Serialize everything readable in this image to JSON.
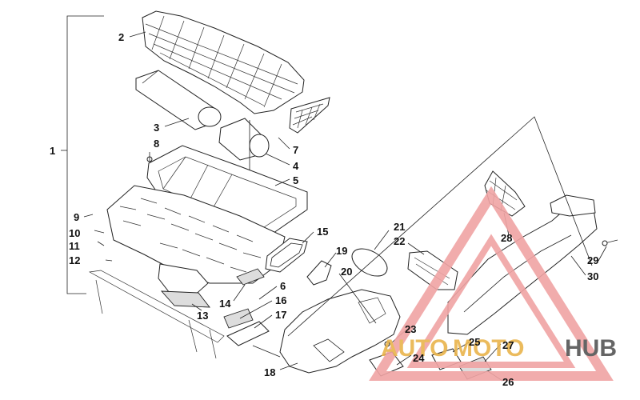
{
  "diagram": {
    "callouts": [
      {
        "id": "c1",
        "text": "1"
      },
      {
        "id": "c2",
        "text": "2"
      },
      {
        "id": "c3",
        "text": "3"
      },
      {
        "id": "c4",
        "text": "4"
      },
      {
        "id": "c5",
        "text": "5"
      },
      {
        "id": "c6",
        "text": "6"
      },
      {
        "id": "c7",
        "text": "7"
      },
      {
        "id": "c8",
        "text": "8"
      },
      {
        "id": "c9",
        "text": "9"
      },
      {
        "id": "c10",
        "text": "10"
      },
      {
        "id": "c11",
        "text": "11"
      },
      {
        "id": "c12",
        "text": "12"
      },
      {
        "id": "c13",
        "text": "13"
      },
      {
        "id": "c14",
        "text": "14"
      },
      {
        "id": "c15",
        "text": "15"
      },
      {
        "id": "c16",
        "text": "16"
      },
      {
        "id": "c17",
        "text": "17"
      },
      {
        "id": "c18",
        "text": "18"
      },
      {
        "id": "c19",
        "text": "19"
      },
      {
        "id": "c20",
        "text": "20"
      },
      {
        "id": "c21",
        "text": "21"
      },
      {
        "id": "c22",
        "text": "22"
      },
      {
        "id": "c23",
        "text": "23"
      },
      {
        "id": "c24",
        "text": "24"
      },
      {
        "id": "c25",
        "text": "25"
      },
      {
        "id": "c27",
        "text": "27"
      },
      {
        "id": "c26",
        "text": "26"
      },
      {
        "id": "c28",
        "text": "28"
      },
      {
        "id": "c29",
        "text": "29"
      },
      {
        "id": "c30",
        "text": "30"
      }
    ]
  },
  "watermark": {
    "brand_part1": "AUTO",
    "brand_part2": "MOTO",
    "brand_part3": "HUB",
    "color_primary": "#f0a4a4",
    "color_gold": "#e9b44c",
    "color_dark": "#555555"
  }
}
